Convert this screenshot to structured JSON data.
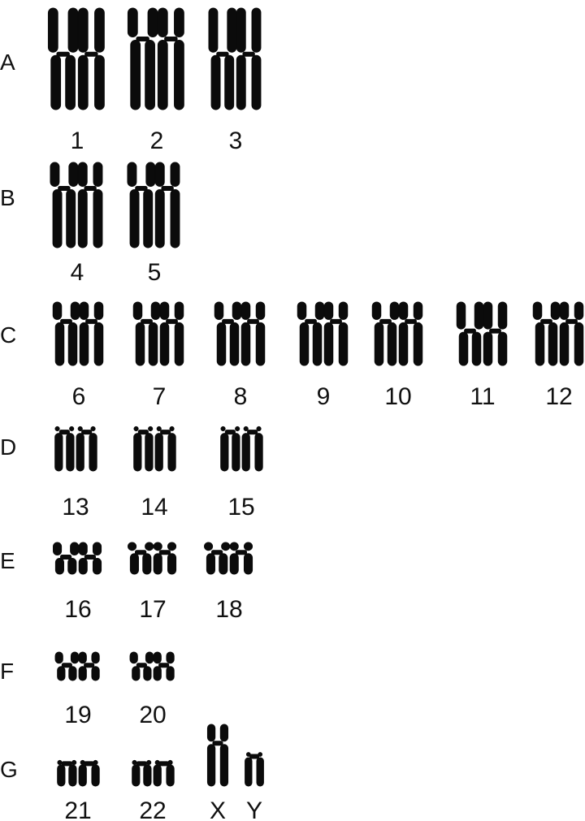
{
  "groups": [
    {
      "label": "A",
      "pairs": [
        {
          "label": "1",
          "kind": "meta",
          "size": "xl"
        },
        {
          "label": "2",
          "kind": "submeta",
          "size": "xl"
        },
        {
          "label": "3",
          "kind": "meta",
          "size": "l"
        }
      ]
    },
    {
      "label": "B",
      "pairs": [
        {
          "label": "4",
          "kind": "submeta",
          "size": "l"
        },
        {
          "label": "5",
          "kind": "submeta",
          "size": "l"
        }
      ]
    },
    {
      "label": "C",
      "pairs": [
        {
          "label": "6",
          "kind": "submeta",
          "size": "m"
        },
        {
          "label": "7",
          "kind": "submeta",
          "size": "m"
        },
        {
          "label": "8",
          "kind": "submeta",
          "size": "m"
        },
        {
          "label": "9",
          "kind": "submeta",
          "size": "ms"
        },
        {
          "label": "10",
          "kind": "submeta",
          "size": "ms"
        },
        {
          "label": "11",
          "kind": "meta",
          "size": "ms"
        },
        {
          "label": "12",
          "kind": "submeta",
          "size": "ms"
        }
      ]
    },
    {
      "label": "D",
      "pairs": [
        {
          "label": "13",
          "kind": "acro",
          "size": "s"
        },
        {
          "label": "14",
          "kind": "acro",
          "size": "s"
        },
        {
          "label": "15",
          "kind": "acro",
          "size": "s"
        }
      ]
    },
    {
      "label": "E",
      "pairs": [
        {
          "label": "16",
          "kind": "meta",
          "size": "xs"
        },
        {
          "label": "17",
          "kind": "submeta",
          "size": "xs"
        },
        {
          "label": "18",
          "kind": "submeta",
          "size": "xs"
        }
      ]
    },
    {
      "label": "F",
      "pairs": [
        {
          "label": "19",
          "kind": "meta",
          "size": "xxs"
        },
        {
          "label": "20",
          "kind": "meta",
          "size": "xxs"
        }
      ]
    },
    {
      "label": "G",
      "pairs": [
        {
          "label": "21",
          "kind": "acro",
          "size": "xxs"
        },
        {
          "label": "22",
          "kind": "acro",
          "size": "xxs"
        }
      ],
      "sex": {
        "x_label": "X",
        "y_label": "Y"
      }
    }
  ]
}
